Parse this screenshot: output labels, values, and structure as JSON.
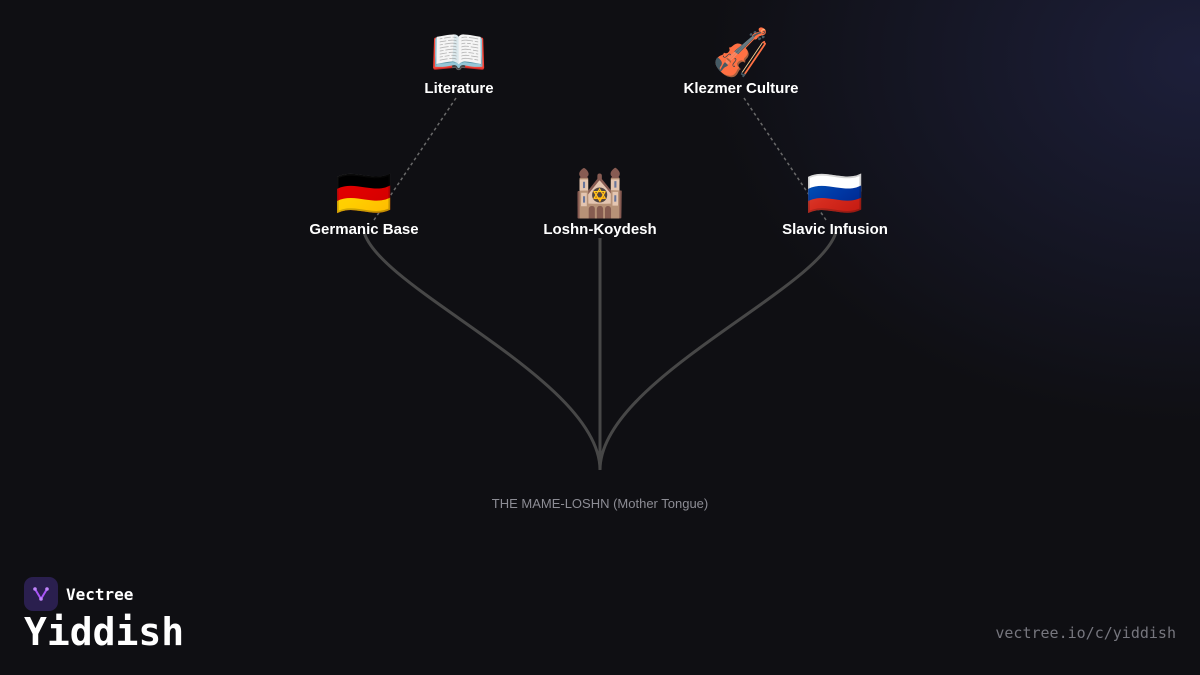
{
  "diagram": {
    "root": {
      "label": "THE MAME-LOSHN (Mother Tongue)"
    },
    "branches": [
      {
        "id": "germanic",
        "label": "Germanic Base",
        "icon": "🇩🇪",
        "icon_name": "germany-flag-icon"
      },
      {
        "id": "loshn",
        "label": "Loshn-Koydesh",
        "icon": "🕍",
        "icon_name": "synagogue-icon"
      },
      {
        "id": "slavic",
        "label": "Slavic Infusion",
        "icon": "🇷🇺",
        "icon_name": "russia-flag-icon"
      }
    ],
    "leaves": [
      {
        "id": "literature",
        "label": "Literature",
        "icon": "📖",
        "icon_name": "open-book-icon",
        "parent": "germanic"
      },
      {
        "id": "klezmer",
        "label": "Klezmer Culture",
        "icon": "🎻",
        "icon_name": "violin-icon",
        "parent": "slavic"
      }
    ]
  },
  "brand": {
    "name": "Vectree"
  },
  "page": {
    "title": "Yiddish",
    "url": "vectree.io/c/yiddish"
  },
  "colors": {
    "background": "#0f0f13",
    "branch_line": "#474747",
    "text": "#ffffff",
    "muted": "#8c8c94",
    "logo_bg": "#2a1f4e",
    "logo_accent": "#a855f7"
  }
}
